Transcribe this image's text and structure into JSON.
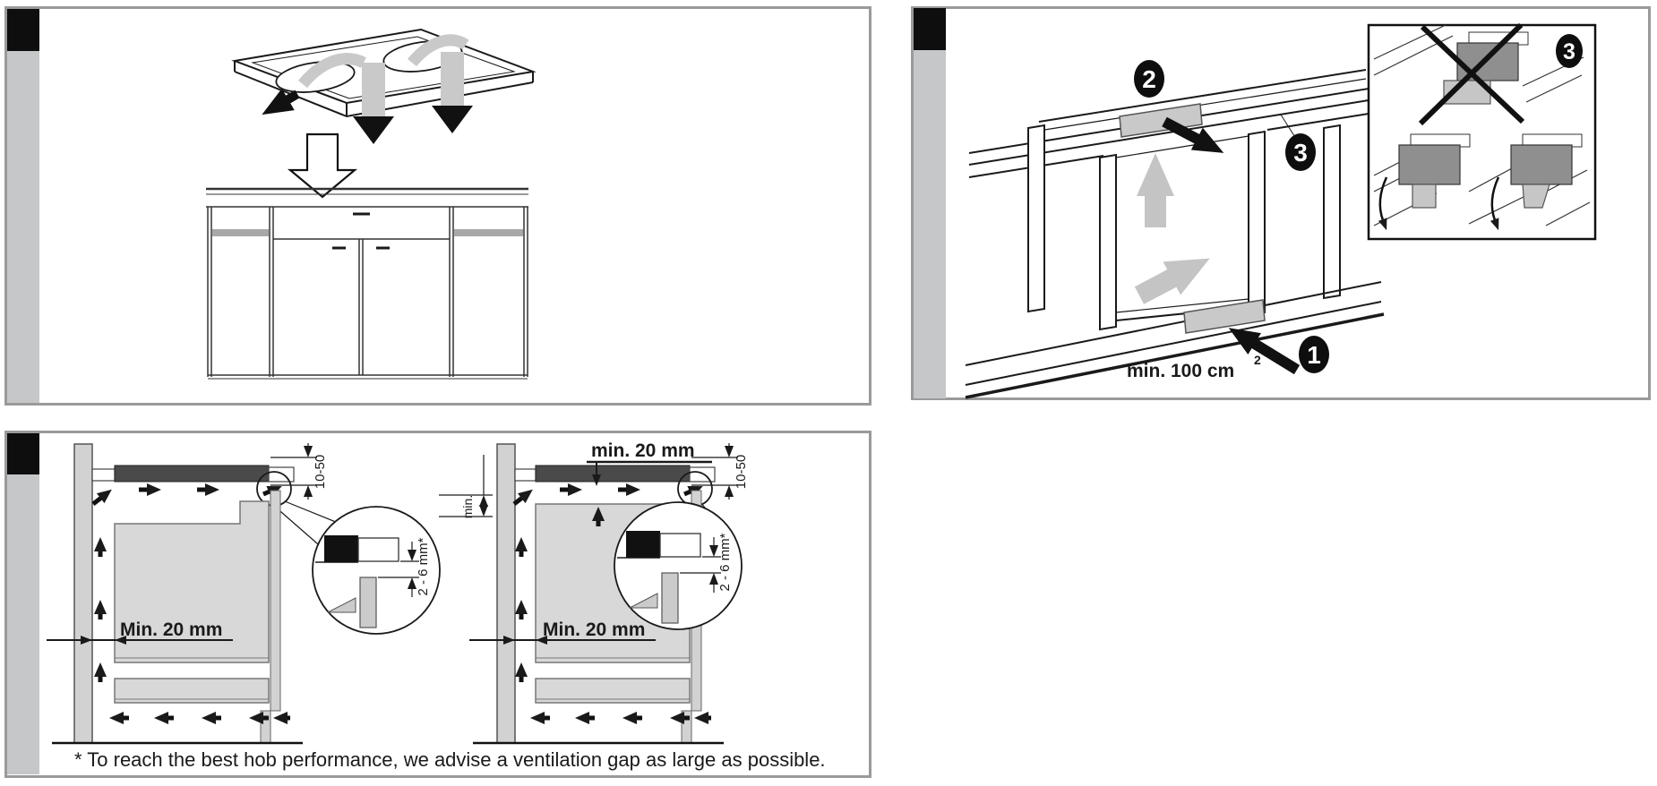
{
  "colors": {
    "panel_border": "#9a9a9a",
    "sidebar_gray": "#c6c7c9",
    "tab_black": "#0e0e0e",
    "hob_dark": "#4a4a4a",
    "box_light": "#d8d8d8",
    "post_gray": "#d2d2d2",
    "slot_gray": "#c9c9c9",
    "arrow_gray": "#c4c4c4",
    "inset_dark": "#8f8f8f",
    "inset_light": "#c6c6c6",
    "ink": "#1a1a1a"
  },
  "panel_vent": {
    "badge_1": "1",
    "badge_2": "2",
    "badge_3": "3",
    "inset_badge_3": "3",
    "min_area_label": "min. 100 cm",
    "min_area_sup": "2"
  },
  "panel_clearance": {
    "top_gap_title": "min. 20 mm",
    "left_min_gap": "Min. 20 mm",
    "right_min_gap": "Min. 20 mm",
    "hob_thickness_left": "10-50",
    "hob_thickness_right": "10-50",
    "edge_gap_left": "2 - 6 mm*",
    "edge_gap_right": "2 - 6 mm*",
    "min_vertical": "min.",
    "footnote": "* To reach the best hob performance, we advise a ventilation gap as large as possible."
  }
}
